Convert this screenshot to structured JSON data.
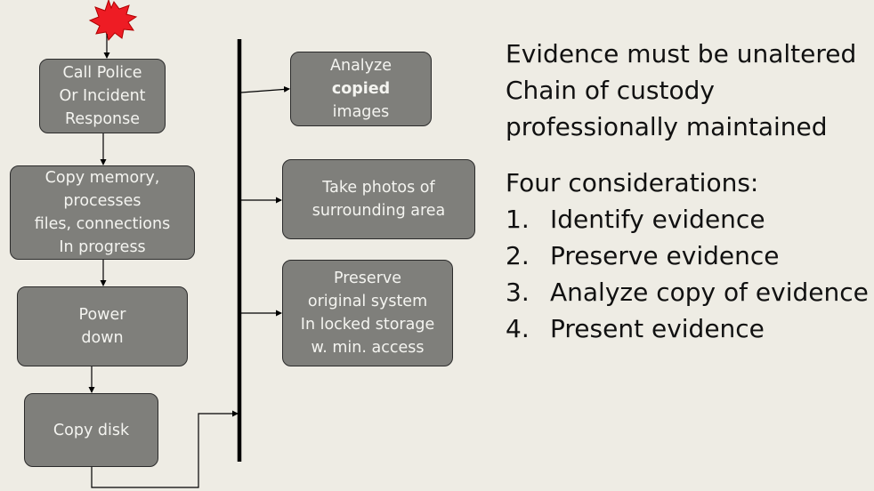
{
  "diagram": {
    "boxes": {
      "call_police": [
        "Call Police",
        "Or Incident",
        "Response"
      ],
      "copy_memory": [
        "Copy memory,",
        "processes",
        "files, connections",
        "In progress"
      ],
      "power_down": [
        "Power",
        "down"
      ],
      "copy_disk": [
        "Copy disk"
      ],
      "analyze": [
        "Analyze",
        "copied",
        "images"
      ],
      "take_photos": [
        "Take photos of",
        "surrounding area"
      ],
      "preserve": [
        "Preserve",
        "original system",
        "In locked storage",
        "w. min. access"
      ]
    },
    "colors": {
      "box_fill": "#7f7f7b",
      "box_text": "#f4f4f0",
      "background": "#eeece4",
      "burst_fill": "#ee1c24"
    },
    "start_icon": "red-explosion-burst-icon"
  },
  "notes": {
    "line1": "Evidence must be unaltered",
    "line2": "Chain of custody",
    "line3": "professionally maintained",
    "heading": "Four considerations:",
    "items": [
      {
        "num": "1.",
        "keyword": "Identify",
        "rest": " evidence"
      },
      {
        "num": "2.",
        "keyword": "Preserve",
        "rest": " evidence"
      },
      {
        "num": "3.",
        "keyword": "Analyze",
        "rest": " copy of evidence"
      },
      {
        "num": "4.",
        "keyword": "Present",
        "rest": " evidence"
      }
    ]
  }
}
